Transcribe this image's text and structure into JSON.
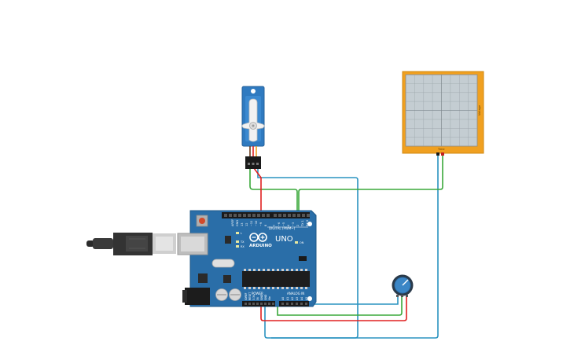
{
  "canvas": {
    "background": "#ffffff"
  },
  "arduino": {
    "model_label": "UNO",
    "brand_label": "ARDUINO",
    "digital_label": "DIGITAL (PWM~)",
    "power_label": "POWER",
    "analog_label": "ANALOG IN",
    "on_label": "ON",
    "tx_label": "TX",
    "rx_label": "RX",
    "l_label": "L",
    "aref_label": "AREF",
    "gnd_label": "GND",
    "board_color": "#2a6ea8"
  },
  "oscilloscope": {
    "side_label": "Voltage",
    "bottom_label": "Time",
    "frame_color": "#f0a020",
    "screen_color": "#c4cdd2"
  },
  "servo": {
    "body_color": "#2f7ac0"
  },
  "potentiometer": {
    "knob_color": "#3b86c6"
  },
  "wires": {
    "red": "#e02020",
    "green": "#3aa83a",
    "blue": "#2a93c0"
  },
  "usb_cable": {
    "color": "#333333"
  }
}
